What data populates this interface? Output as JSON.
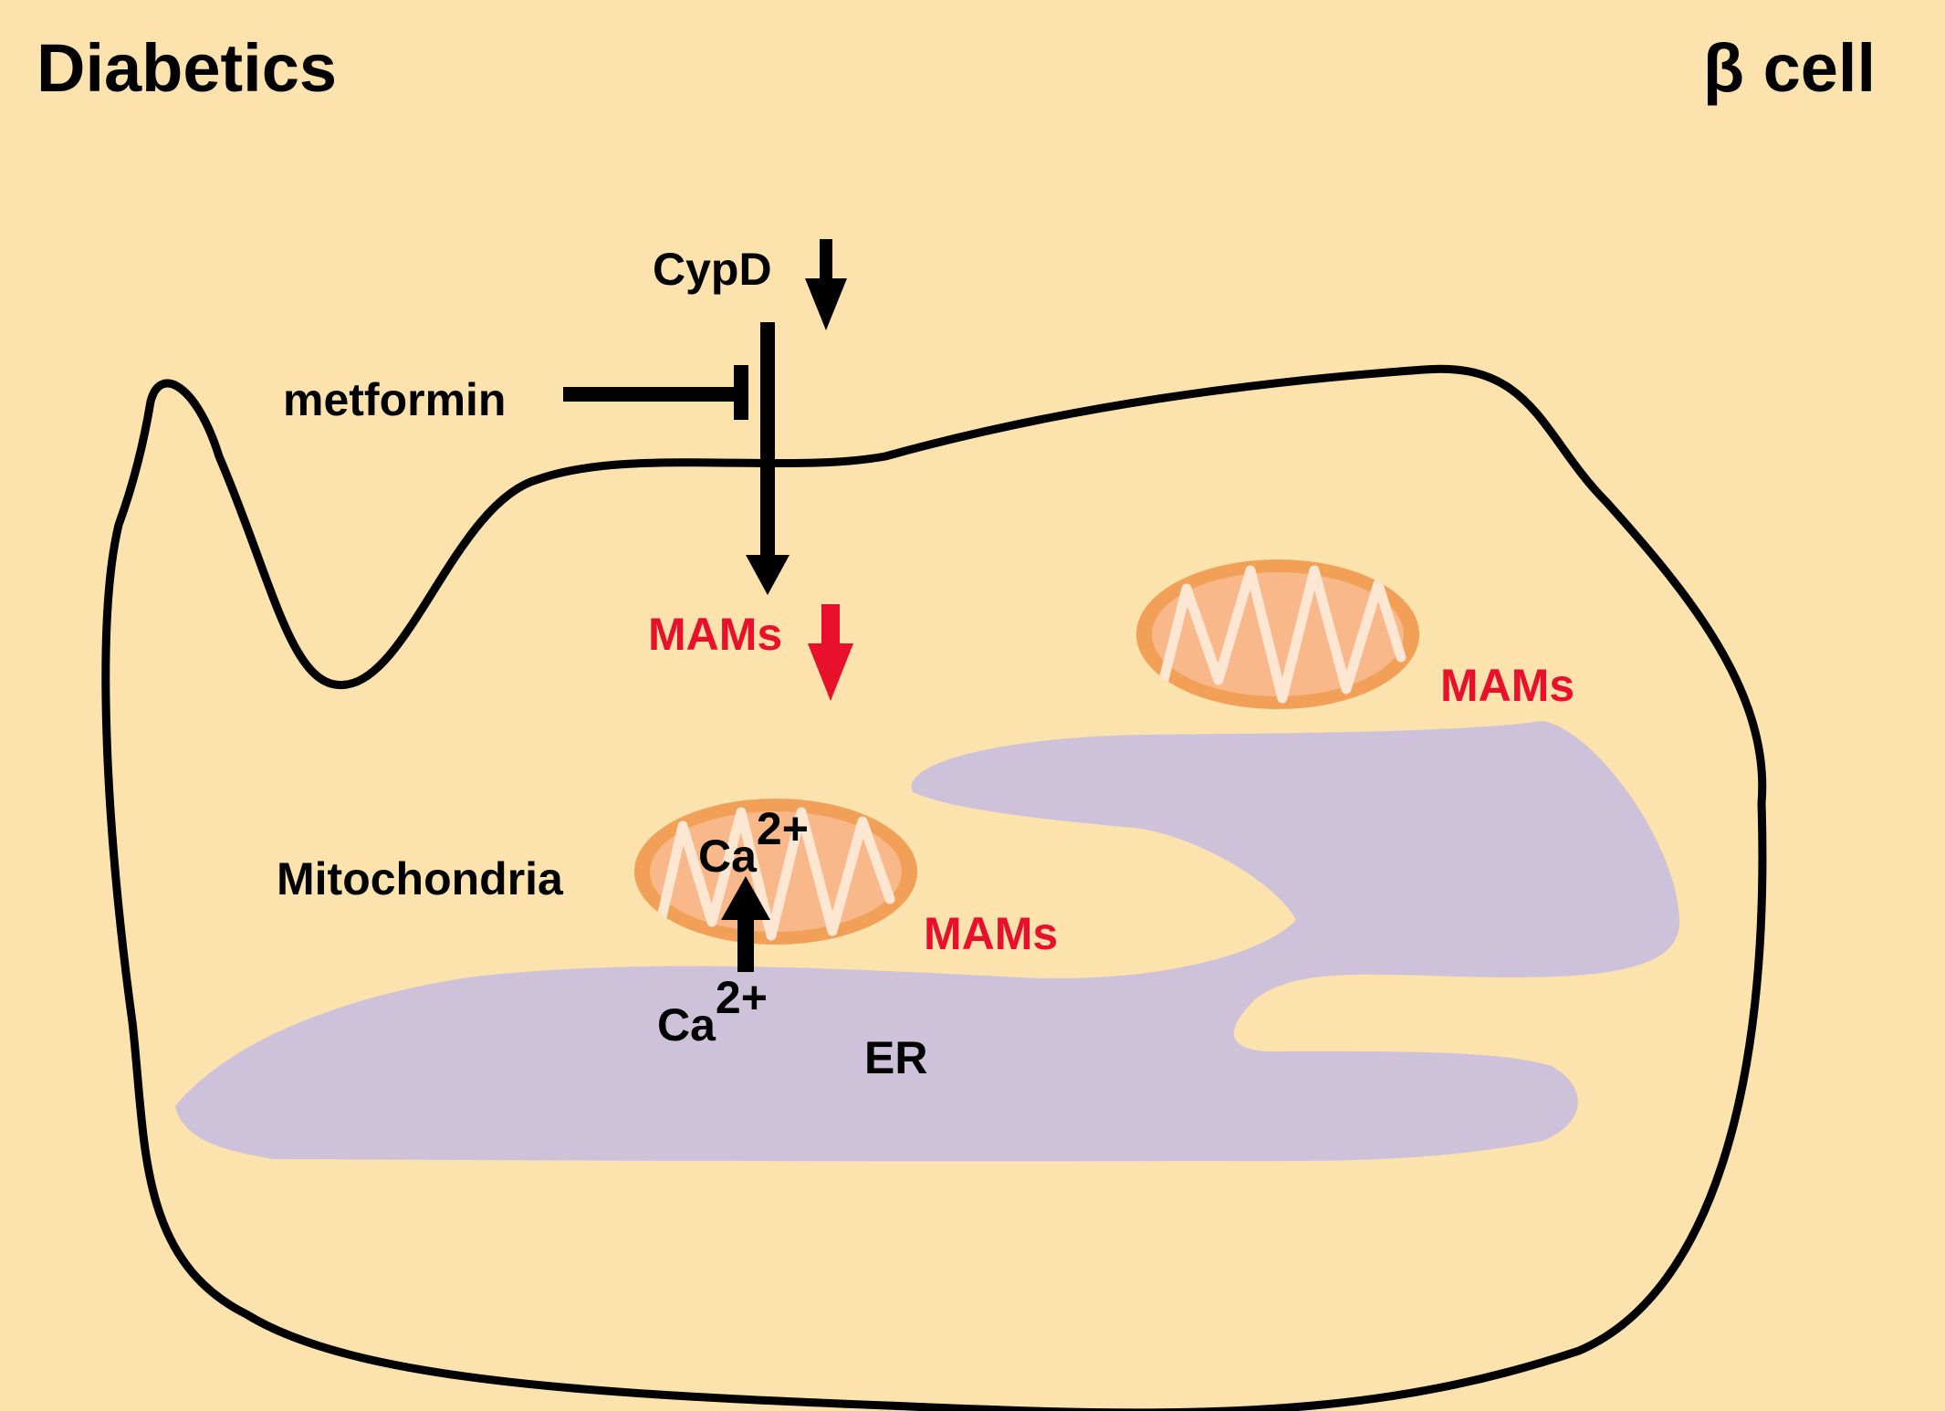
{
  "figure": {
    "title_left": "Diabetics",
    "title_right": "β cell"
  },
  "labels": {
    "cypd": "CypD",
    "metformin": "metformin",
    "mams_center": "MAMs",
    "mams_right": "MAMs",
    "mams_lower": "MAMs",
    "mitochondria": "Mitochondria",
    "ca_inside": "Ca",
    "ca_inside_sup": "2+",
    "ca_er": "Ca",
    "ca_er_sup": "2+",
    "er": "ER"
  },
  "colors": {
    "background": "#fce3ad",
    "outline": "#000000",
    "er_fill": "#cdc2da",
    "mito_outer": "#f29f57",
    "mito_inner": "#f9b88a",
    "mito_cristae": "#fde7d3",
    "highlight_red": "#e8102a",
    "text": "#000000"
  }
}
